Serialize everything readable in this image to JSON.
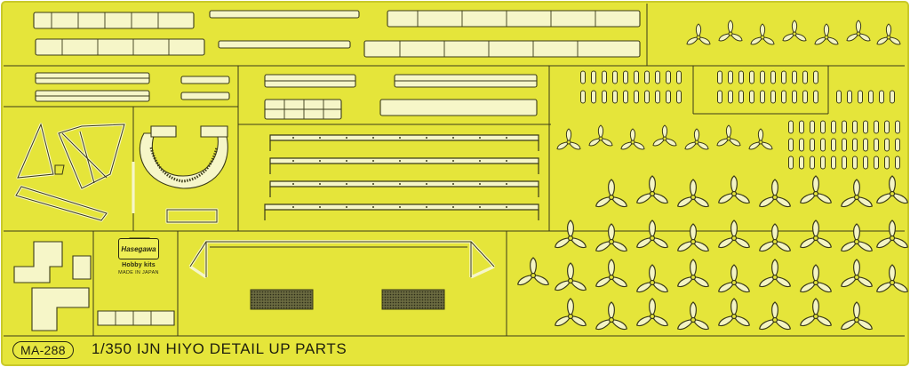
{
  "product": {
    "code": "MA-288",
    "title": "1/350 IJN HIYO DETAIL UP PARTS"
  },
  "maker": {
    "logo_text": "Hasegawa",
    "brand": "Hobby kits",
    "origin": "MADE IN JAPAN"
  },
  "colors": {
    "sheet": "#e5e53a",
    "sheet_edge": "#c9c92a",
    "line": "#3a3a18",
    "part_fill": "#f6f6c8",
    "mesh": "#4a4a2a"
  }
}
